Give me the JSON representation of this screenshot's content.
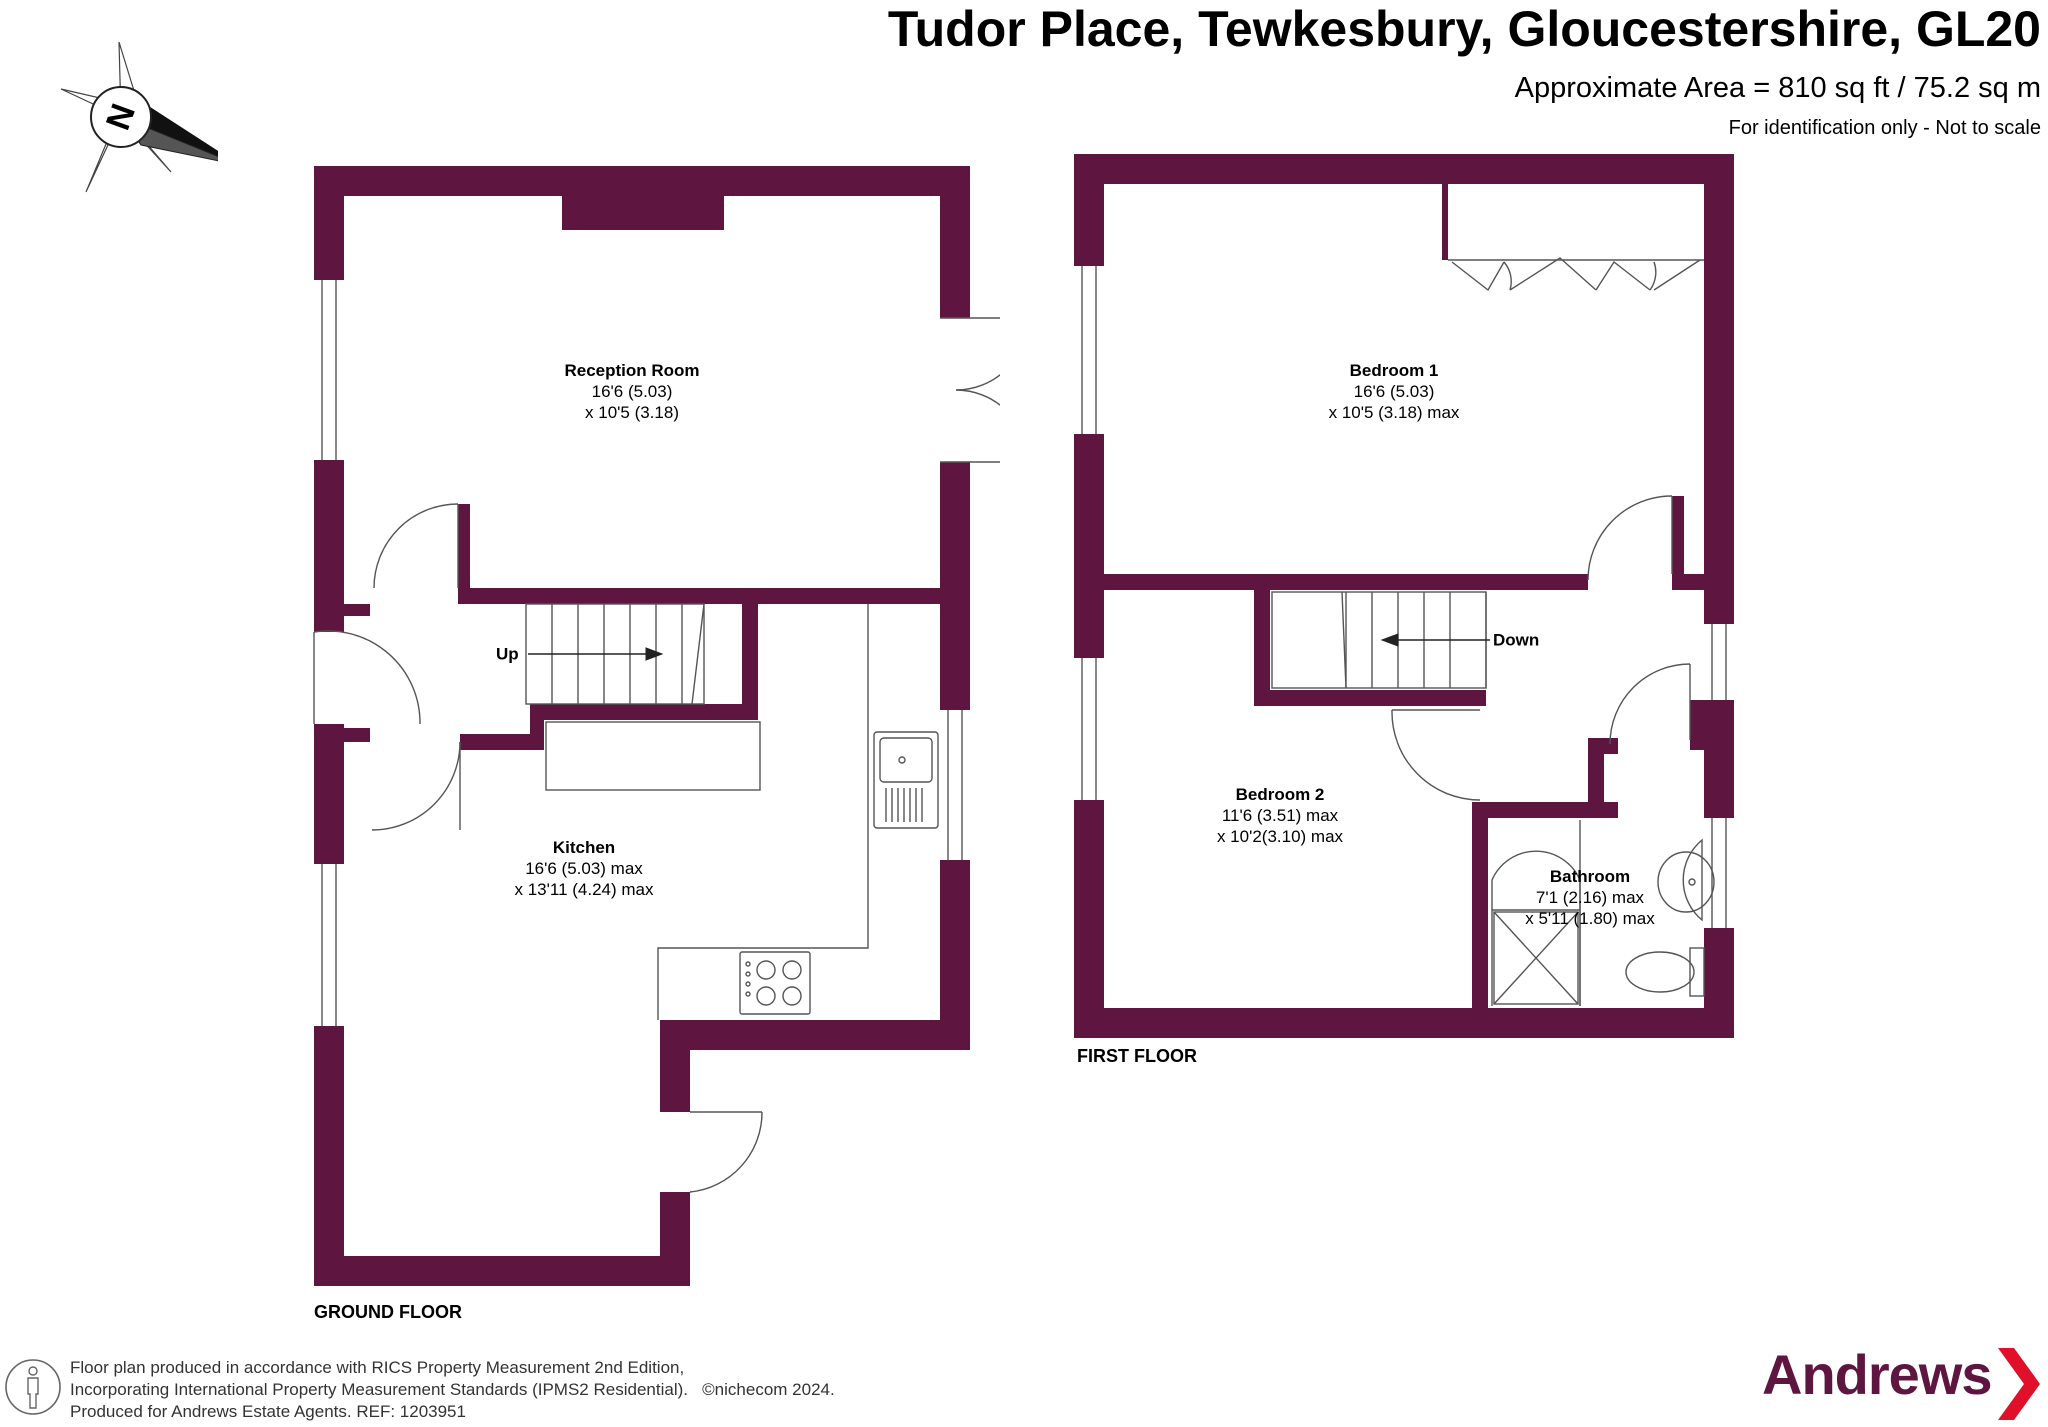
{
  "header": {
    "title": "Tudor Place, Tewkesbury, Gloucestershire, GL20",
    "area": "Approximate Area = 810 sq ft / 75.2 sq m",
    "identification": "For identification only - Not to scale"
  },
  "compass": {
    "letter": "N"
  },
  "ground_floor": {
    "label": "GROUND FLOOR",
    "stairs_label": "Up",
    "rooms": [
      {
        "name": "Reception Room",
        "dim1": "16'6 (5.03)",
        "dim2": "x 10'5 (3.18)"
      },
      {
        "name": "Kitchen",
        "dim1": "16'6 (5.03) max",
        "dim2": "x 13'11 (4.24) max"
      }
    ]
  },
  "first_floor": {
    "label": "FIRST FLOOR",
    "stairs_label": "Down",
    "rooms": [
      {
        "name": "Bedroom 1",
        "dim1": "16'6 (5.03)",
        "dim2": "x 10'5 (3.18)  max"
      },
      {
        "name": "Bedroom 2",
        "dim1": "11'6 (3.51) max",
        "dim2": "x 10'2(3.10)  max"
      },
      {
        "name": "Bathroom",
        "dim1": "7'1 (2.16) max",
        "dim2": "x 5'11 (1.80) max"
      }
    ]
  },
  "footer": {
    "line1": "Floor plan produced in accordance with RICS Property Measurement 2nd Edition,",
    "line2": "Incorporating International Property Measurement Standards (IPMS2 Residential).",
    "copyright": "©nichecom 2024.",
    "line3": "Produced for Andrews Estate Agents.    REF: 1203951"
  },
  "brand": {
    "name": "Andrews",
    "color": "#5e1640",
    "accent": "#e0102a"
  },
  "colors": {
    "wall": "#5e1640",
    "line": "#555555"
  }
}
